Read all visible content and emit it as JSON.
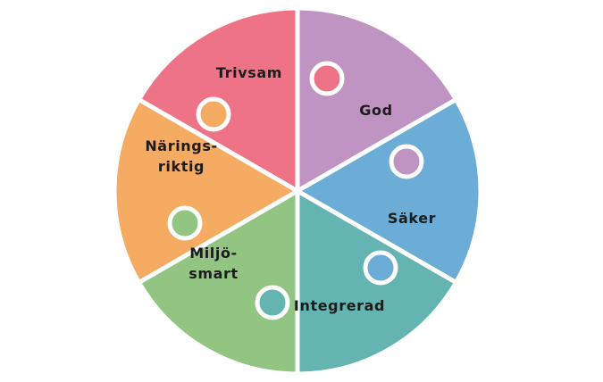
{
  "diagram": {
    "title": "",
    "pieces": [
      {
        "id": "trivsam",
        "lines": [
          "Trivsam"
        ],
        "color": "#EE7386"
      },
      {
        "id": "god",
        "lines": [
          "God"
        ],
        "color": "#BF93C2"
      },
      {
        "id": "saker",
        "lines": [
          "Säker"
        ],
        "color": "#6BADD6"
      },
      {
        "id": "integrerad",
        "lines": [
          "Integrerad"
        ],
        "color": "#64B5B1"
      },
      {
        "id": "miljosmart",
        "lines": [
          "Miljö-",
          "smart"
        ],
        "color": "#92C582"
      },
      {
        "id": "naringsriktig",
        "lines": [
          "Närings-",
          "riktig"
        ],
        "color": "#F6AB63"
      }
    ]
  }
}
